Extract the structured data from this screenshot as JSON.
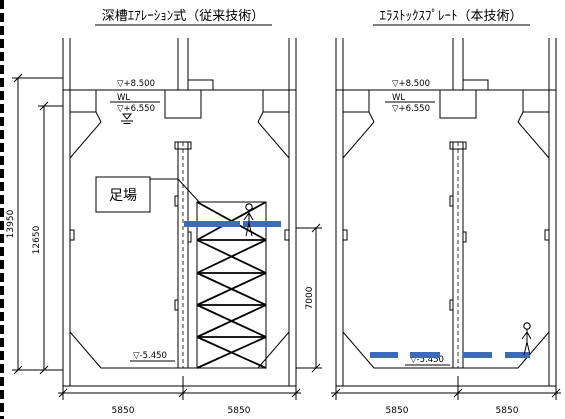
{
  "titles": {
    "left": "深槽ｴｱﾚｰｼｮﾝ式（従来技術）",
    "right": "ｴﾗｽﾄｯｸｽﾌﾟﾚｰﾄ（本技術）"
  },
  "left": {
    "level_top": "▽+8.500",
    "water_level": "WL",
    "level_water": "▽+6.550",
    "level_bottom": "▽-5.450",
    "scaffold_label": "足場",
    "dim_total_height": "13950",
    "dim_water_depth": "12650",
    "dim_scaffold_height": "7000",
    "bay_widths": [
      "5850",
      "5850"
    ]
  },
  "right": {
    "level_top": "▽+8.500",
    "water_level": "WL",
    "level_water": "▽+6.550",
    "level_bottom": "▽-5.450",
    "bay_widths": [
      "5850",
      "5850"
    ]
  },
  "colors": {
    "diffuser": "#3e6cb3",
    "linework": "#000000"
  }
}
